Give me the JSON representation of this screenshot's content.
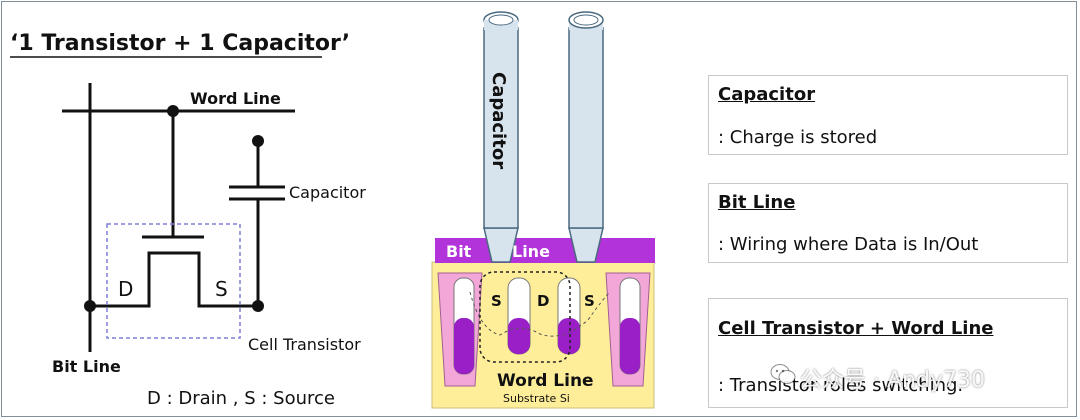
{
  "title": "‘1 Transistor + 1 Capacitor’",
  "circuit": {
    "word_line": "Word Line",
    "capacitor": "Capacitor",
    "drain": "D",
    "source": "S",
    "bit_line": "Bit Line",
    "cell_transistor": "Cell Transistor",
    "legend": "D : Drain ,  S : Source"
  },
  "cross_section": {
    "capacitor_label": "Capacitor",
    "bit_label": "Bit",
    "line_label": "Line",
    "terminals": [
      "S",
      "D",
      "S"
    ],
    "word_line": "Word Line",
    "substrate": "Substrate Si"
  },
  "legend_boxes": [
    {
      "title": "Capacitor",
      "desc": ": Charge is stored"
    },
    {
      "title": "Bit Line",
      "desc": ": Wiring where Data is In/Out"
    },
    {
      "title": "Cell Transistor  + Word Line",
      "desc": ": Transistor roles switching."
    }
  ],
  "watermark": "公众号 · Andy730",
  "colors": {
    "bit_line": "#b233d9",
    "substrate": "#ffee99",
    "capacitor_fill": "#d8e4ed",
    "well": "#f2a7d8",
    "dashed_box": "#7f7fd9"
  }
}
